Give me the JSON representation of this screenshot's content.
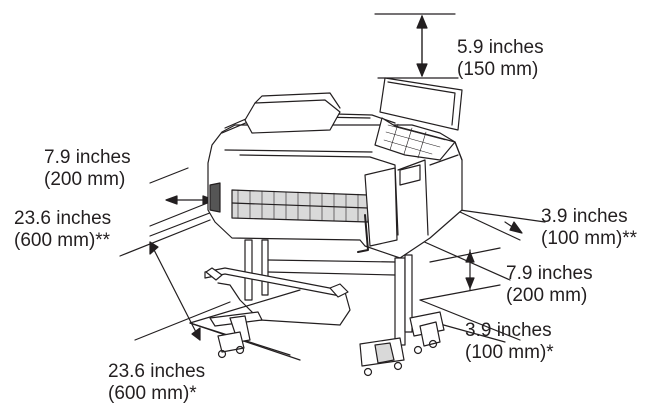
{
  "dimensions": {
    "top": {
      "inches": "5.9 inches",
      "mm": "(150 mm)"
    },
    "left_rear": {
      "inches": "7.9 inches",
      "mm": "(200 mm)"
    },
    "left_side": {
      "inches": "23.6 inches",
      "mm": "(600 mm)**"
    },
    "right_upper": {
      "inches": "3.9 inches",
      "mm": "(100 mm)**"
    },
    "right_side": {
      "inches": "7.9 inches",
      "mm": "(200 mm)"
    },
    "right_lower": {
      "inches": "3.9 inches",
      "mm": "(100 mm)*"
    },
    "front": {
      "inches": "23.6 inches",
      "mm": "(600 mm)*"
    }
  },
  "colors": {
    "line": "#231f20",
    "body_fill": "#ffffff",
    "shade": "#d9d9d9",
    "dark": "#555555"
  }
}
